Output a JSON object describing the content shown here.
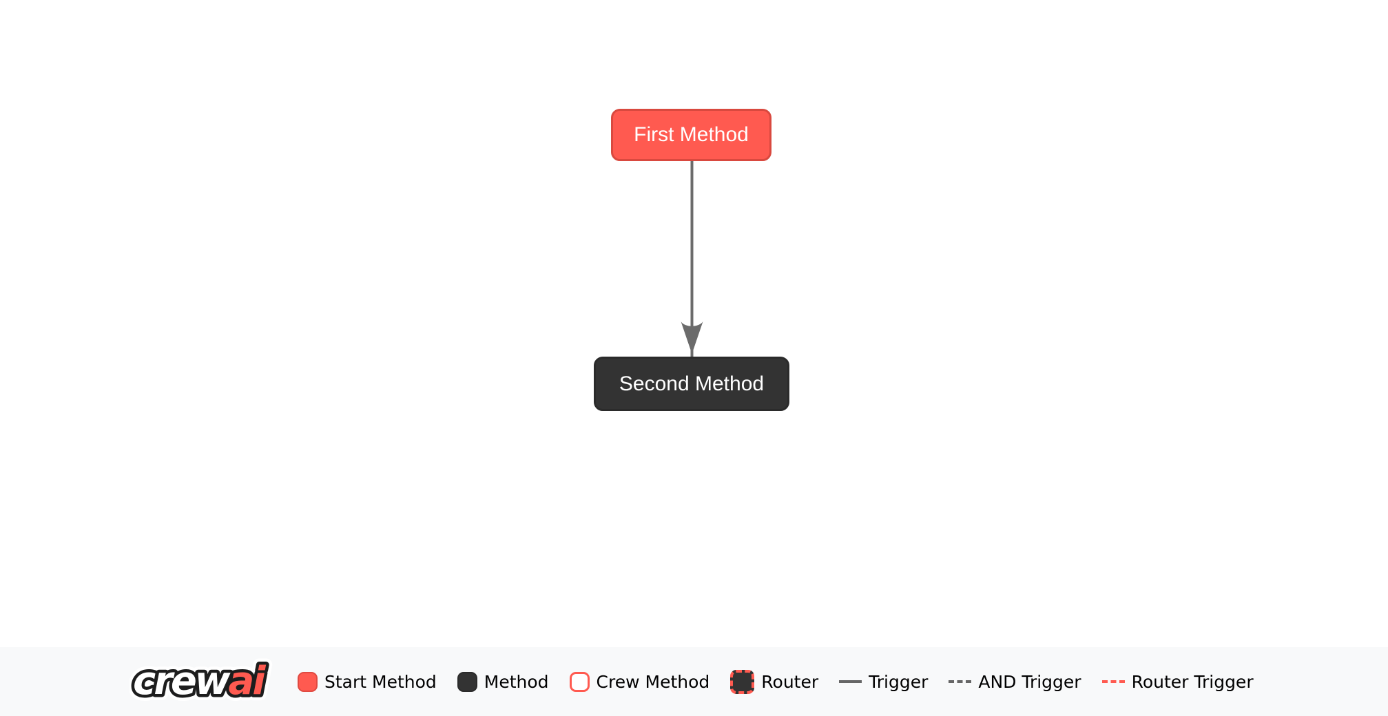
{
  "flow": {
    "nodes": [
      {
        "id": "first_method",
        "label": "First Method",
        "type": "start-method"
      },
      {
        "id": "second_method",
        "label": "Second Method",
        "type": "method"
      }
    ],
    "edges": [
      {
        "from": "first_method",
        "to": "second_method",
        "type": "trigger"
      }
    ]
  },
  "legend": {
    "logo": {
      "crew": "crew",
      "ai": "ai"
    },
    "items": [
      {
        "label": "Start Method",
        "swatch": "start-method-box"
      },
      {
        "label": "Method",
        "swatch": "method-box"
      },
      {
        "label": "Crew Method",
        "swatch": "crew-method-box"
      },
      {
        "label": "Router",
        "swatch": "router-box"
      },
      {
        "label": "Trigger",
        "swatch": "solid-gray-line"
      },
      {
        "label": "AND Trigger",
        "swatch": "dashed-gray-line"
      },
      {
        "label": "Router Trigger",
        "swatch": "dashed-red-line"
      }
    ]
  },
  "colors": {
    "accent_red": "#FF5A50",
    "dark_node": "#333333",
    "edge_gray": "#666666",
    "legend_background": "#F8F9FA",
    "canvas_background": "#FFFFFF",
    "node_text": "#FFFFFF",
    "legend_text": "#000000"
  }
}
